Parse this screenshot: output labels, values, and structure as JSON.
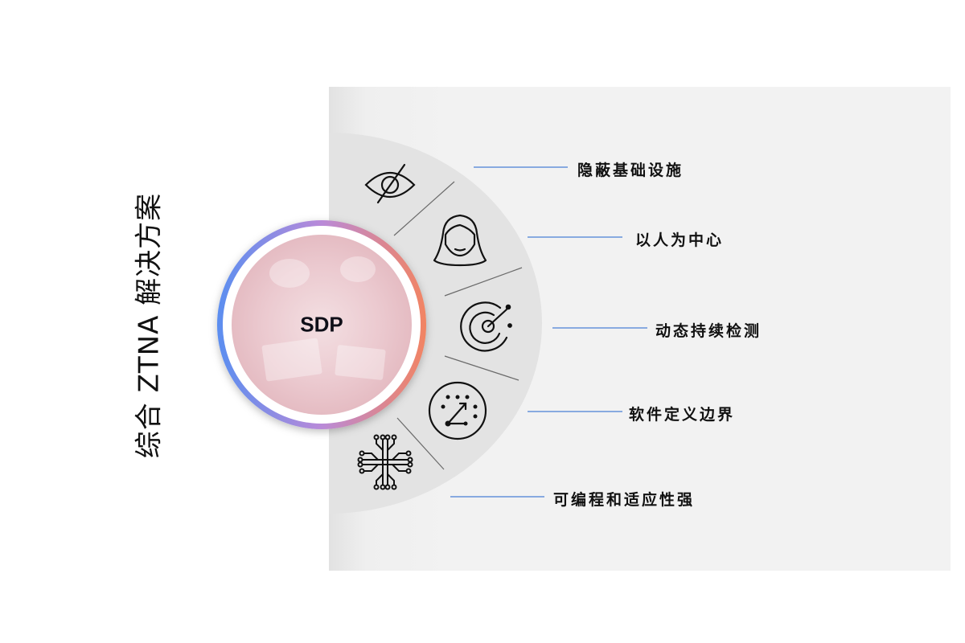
{
  "title": "综合 ZTNA 解决方案",
  "center": {
    "label": "SDP"
  },
  "features": [
    {
      "label": "隐蔽基础设施",
      "icon": "eye-slash-icon"
    },
    {
      "label": "以人为中心",
      "icon": "person-face-icon"
    },
    {
      "label": "动态持续检测",
      "icon": "radar-icon"
    },
    {
      "label": "软件定义边界",
      "icon": "network-dots-icon"
    },
    {
      "label": "可编程和适应性强",
      "icon": "circuit-chip-icon"
    }
  ],
  "colors": {
    "connector": "#4a7fd6",
    "ring_start": "#5b8ef0",
    "ring_mid": "#b488d6",
    "ring_end": "#f08060"
  }
}
